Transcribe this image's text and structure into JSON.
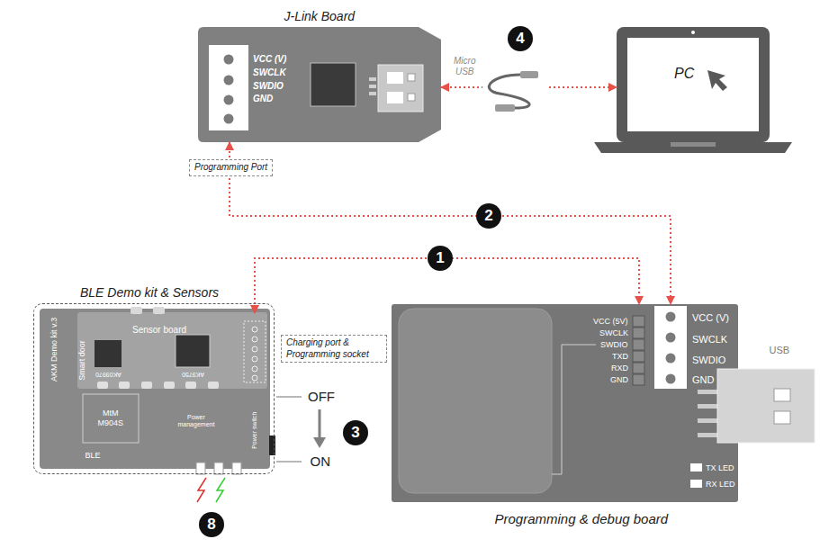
{
  "diagram": {
    "nodes": [
      {
        "text": [
          "J-Link Board"
        ]
      },
      {
        "text": [
          "Programming Port"
        ]
      },
      {
        "text": [
          "PC"
        ]
      },
      {
        "text": [
          "BLE Demo kit & Sensors"
        ]
      },
      {
        "text": [
          "Sensor board"
        ],
        "in": 3
      },
      {
        "text": [
          "Charging port & Programming socket"
        ]
      },
      {
        "text": [
          "Programming & debug board"
        ]
      }
    ],
    "edges": [
      {
        "from": 4,
        "to": 6,
        "label": "1",
        "arrow": "both"
      },
      {
        "from": 0,
        "to": 6,
        "label": "2",
        "arrow": "both"
      },
      {
        "from": 0,
        "to": 2,
        "label": "4",
        "arrow": "both"
      }
    ],
    "labels": [
      "VCC (V)",
      "SWCLK",
      "SWDIO",
      "GND",
      "Micro USB",
      "AKM Demo kit v.3",
      "Smart door",
      "AK09970",
      "AK9750",
      "MtM M904S",
      "Power management",
      "BLE",
      "Power switch",
      "OFF",
      "ON",
      "3",
      "8",
      "VCC (5V)",
      "SWCLK",
      "SWDIO",
      "TXD",
      "RXD",
      "GND",
      "VCC (V)",
      "SWCLK",
      "SWDIO",
      "GND",
      "USB",
      "TX LED",
      "RX LED"
    ]
  }
}
